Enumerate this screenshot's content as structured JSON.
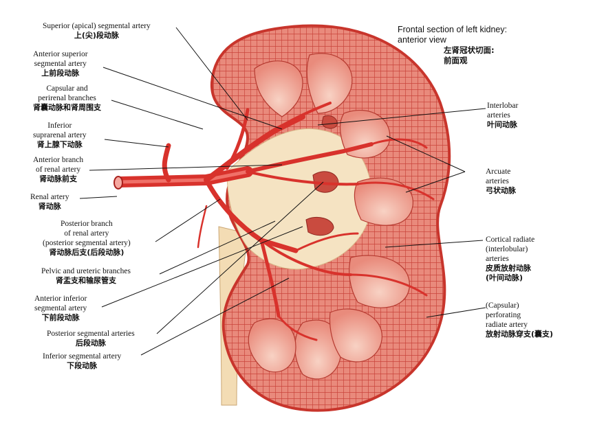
{
  "title": {
    "line1": "Frontal section of left kidney:",
    "line2": "anterior view",
    "zh1": "左肾冠状切面:",
    "zh2": "前面观"
  },
  "labels_left": [
    {
      "en": [
        "Superior (apical) segmental artery"
      ],
      "zh": "上(尖)段动脉"
    },
    {
      "en": [
        "Anterior superior",
        "segmental artery"
      ],
      "zh": "上前段动脉"
    },
    {
      "en": [
        "Capsular and",
        "perirenal branches"
      ],
      "zh": "肾囊动脉和肾周围支"
    },
    {
      "en": [
        "Inferior",
        "suprarenal artery"
      ],
      "zh": "肾上腺下动脉"
    },
    {
      "en": [
        "Anterior branch",
        "of renal artery"
      ],
      "zh": "肾动脉前支"
    },
    {
      "en": [
        "Renal artery"
      ],
      "zh": "肾动脉"
    },
    {
      "en": [
        "Posterior branch",
        "of renal artery",
        "(posterior segmental artery)"
      ],
      "zh": "肾动脉后支(后段动脉)"
    },
    {
      "en": [
        "Pelvic and ureteric branches"
      ],
      "zh": "肾盂支和输尿管支"
    },
    {
      "en": [
        "Anterior inferior",
        "segmental artery"
      ],
      "zh": "下前段动脉"
    },
    {
      "en": [
        "Posterior segmental arteries"
      ],
      "zh": "后段动脉"
    },
    {
      "en": [
        "Inferior segmental artery"
      ],
      "zh": "下段动脉"
    }
  ],
  "labels_right": [
    {
      "en": [
        "Interlobar",
        "arteries"
      ],
      "zh": "叶间动脉"
    },
    {
      "en": [
        "Arcuate",
        "arteries"
      ],
      "zh": "弓状动脉"
    },
    {
      "en": [
        "Cortical radiate",
        "(interlobular)",
        "arteries"
      ],
      "zh": "皮质放射动脉",
      "zh2": "(叶间动脉)"
    },
    {
      "en": [
        "(Capsular)",
        "perforating",
        "radiate artery"
      ],
      "zh": "放射动脉穿支(囊支)"
    }
  ],
  "colors": {
    "cortex": "#e8867a",
    "cortex_dark": "#c9443a",
    "capsule": "#d9463c",
    "pyramid": "#f0a596",
    "pyramid_light": "#f6c7b8",
    "sinus_fat": "#f5e3c2",
    "artery": "#d8322c",
    "artery_dark": "#a8201c",
    "leader": "#111111"
  }
}
